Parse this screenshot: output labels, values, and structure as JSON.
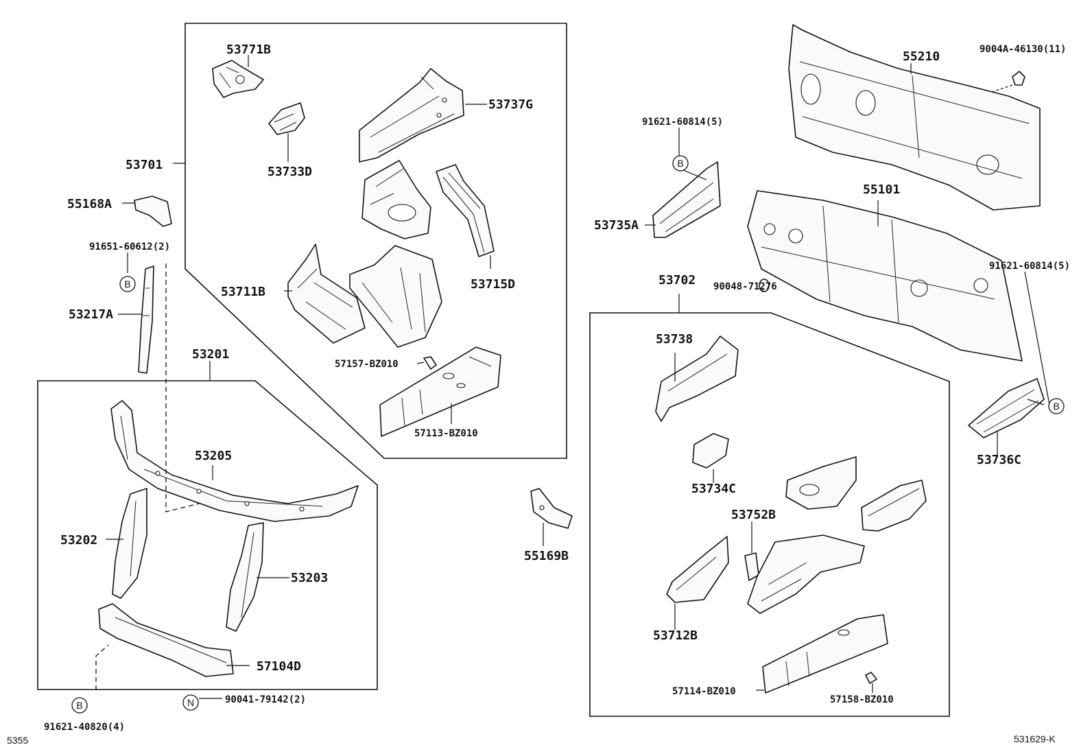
{
  "diagram": {
    "corner_codes": {
      "left": "5355",
      "right": "531629-K"
    },
    "markers": {
      "b": "B",
      "n": "N"
    },
    "labels": {
      "p53771B": "53771B",
      "p53733D": "53733D",
      "p53737G": "53737G",
      "p53701": "53701",
      "p55168A": "55168A",
      "p91651_60612": "91651-60612(2)",
      "p53711B": "53711B",
      "p53715D": "53715D",
      "p53217A": "53217A",
      "p57157": "57157-BZ010",
      "p57113": "57113-BZ010",
      "p53201": "53201",
      "p53205": "53205",
      "p53202": "53202",
      "p53203": "53203",
      "p57104D": "57104D",
      "p90041": "90041-79142(2)",
      "p91621_40820": "91621-40820(4)",
      "p55169B": "55169B",
      "p91621_60814_a": "91621-60814(5)",
      "p53735A": "53735A",
      "p55210": "55210",
      "p9004A": "9004A-46130(11)",
      "p55101": "55101",
      "p91621_60814_b": "91621-60814(5)",
      "p90048": "90048-71276",
      "p53702": "53702",
      "p53738": "53738",
      "p53736C": "53736C",
      "p53734C": "53734C",
      "p53752B": "53752B",
      "p53712B": "53712B",
      "p57114": "57114-BZ010",
      "p57158": "57158-BZ010"
    }
  }
}
